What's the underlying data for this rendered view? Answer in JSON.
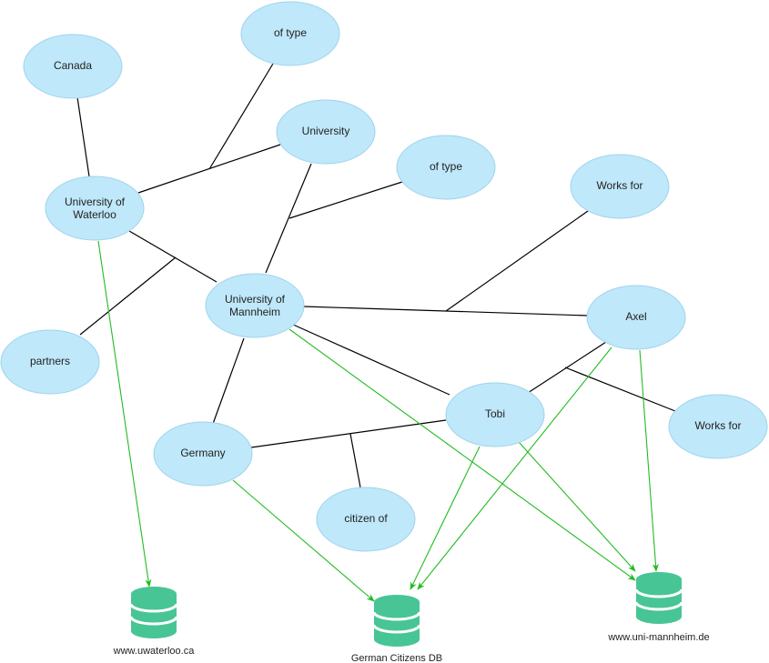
{
  "diagram": {
    "nodes": {
      "canada": {
        "lines": [
          "Canada"
        ]
      },
      "of_type_top": {
        "lines": [
          "of type"
        ]
      },
      "university": {
        "lines": [
          "University"
        ]
      },
      "uwaterloo": {
        "lines": [
          "University of",
          "Waterloo"
        ]
      },
      "of_type_mid": {
        "lines": [
          "of type"
        ]
      },
      "works_for_top": {
        "lines": [
          "Works for"
        ]
      },
      "umannheim": {
        "lines": [
          "University of",
          "Mannheim"
        ]
      },
      "partners": {
        "lines": [
          "partners"
        ]
      },
      "axel": {
        "lines": [
          "Axel"
        ]
      },
      "tobi": {
        "lines": [
          "Tobi"
        ]
      },
      "works_for_right": {
        "lines": [
          "Works for"
        ]
      },
      "germany": {
        "lines": [
          "Germany"
        ]
      },
      "citizen_of": {
        "lines": [
          "citizen of"
        ]
      }
    },
    "databases": {
      "uwaterloo_db": {
        "label": "www.uwaterloo.ca"
      },
      "citizens_db": {
        "label": "German Citizens DB"
      },
      "mannheim_db": {
        "label": "www.uni-mannheim.de"
      }
    },
    "relations": [
      {
        "from": "canada",
        "to": "uwaterloo",
        "via": null
      },
      {
        "from": "uwaterloo",
        "to": "university",
        "via": "of_type_top"
      },
      {
        "from": "umannheim",
        "to": "university",
        "via": "of_type_mid"
      },
      {
        "from": "uwaterloo",
        "to": "umannheim",
        "via": "partners"
      },
      {
        "from": "umannheim",
        "to": "axel",
        "via": "works_for_top"
      },
      {
        "from": "umannheim",
        "to": "tobi",
        "via": null
      },
      {
        "from": "umannheim",
        "to": "germany",
        "via": null
      },
      {
        "from": "axel",
        "to": "tobi",
        "via": "works_for_right"
      },
      {
        "from": "germany",
        "to": "tobi",
        "via": "citizen_of"
      }
    ],
    "sources": [
      {
        "from": "uwaterloo",
        "to": "uwaterloo_db"
      },
      {
        "from": "germany",
        "to": "citizens_db"
      },
      {
        "from": "tobi",
        "to": "citizens_db"
      },
      {
        "from": "axel",
        "to": "citizens_db"
      },
      {
        "from": "umannheim",
        "to": "mannheim_db"
      },
      {
        "from": "tobi",
        "to": "mannheim_db"
      },
      {
        "from": "axel",
        "to": "mannheim_db"
      }
    ],
    "colors": {
      "node_fill": "#bfe8fa",
      "node_stroke": "#9fd3ec",
      "relation_line": "#000000",
      "source_arrow": "#22bb22",
      "database": "#48c595"
    }
  }
}
